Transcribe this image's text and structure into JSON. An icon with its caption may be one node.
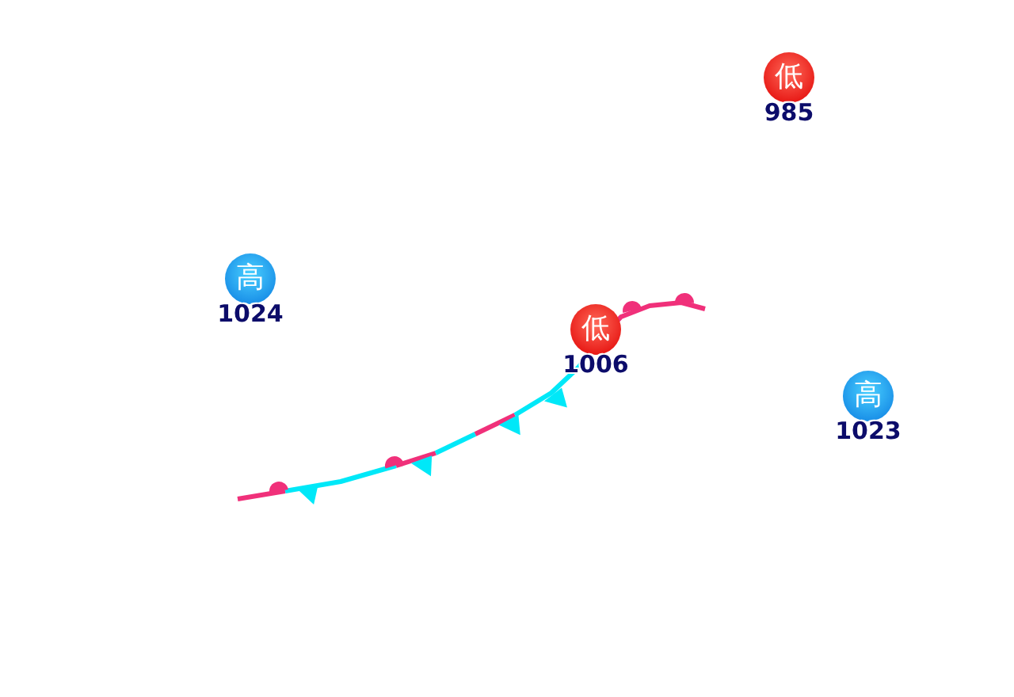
{
  "diagram": {
    "nodes": [
      {
        "text": [
          "低"
        ],
        "beside": [
          "985"
        ]
      },
      {
        "text": [
          "高"
        ],
        "beside": [
          "1024"
        ]
      },
      {
        "text": [
          "低"
        ],
        "beside": [
          "1006"
        ]
      },
      {
        "text": [
          "高"
        ],
        "beside": [
          "1023"
        ]
      }
    ]
  }
}
